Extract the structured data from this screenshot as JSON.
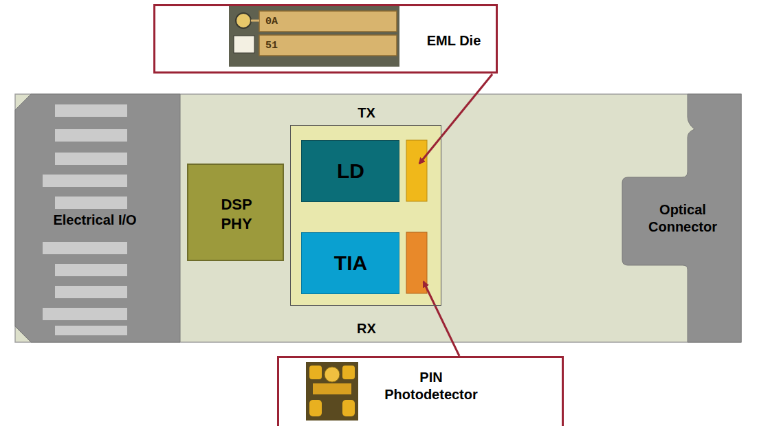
{
  "diagram": {
    "nodes": [
      {
        "text": [
          "EML Die"
        ]
      },
      {
        "text": [
          "Electrical I/O"
        ]
      },
      {
        "text": [
          "DSP PHY"
        ]
      },
      {
        "text": [
          "TX",
          "RX"
        ]
      },
      {
        "text": [
          "LD"
        ],
        "in": 3
      },
      {
        "text": [
          "TIA"
        ],
        "in": 3
      },
      {
        "text": [
          "Optical Connector"
        ]
      },
      {
        "text": [
          "PIN Photodetector"
        ]
      }
    ],
    "labels": [
      "0A",
      "51"
    ]
  }
}
